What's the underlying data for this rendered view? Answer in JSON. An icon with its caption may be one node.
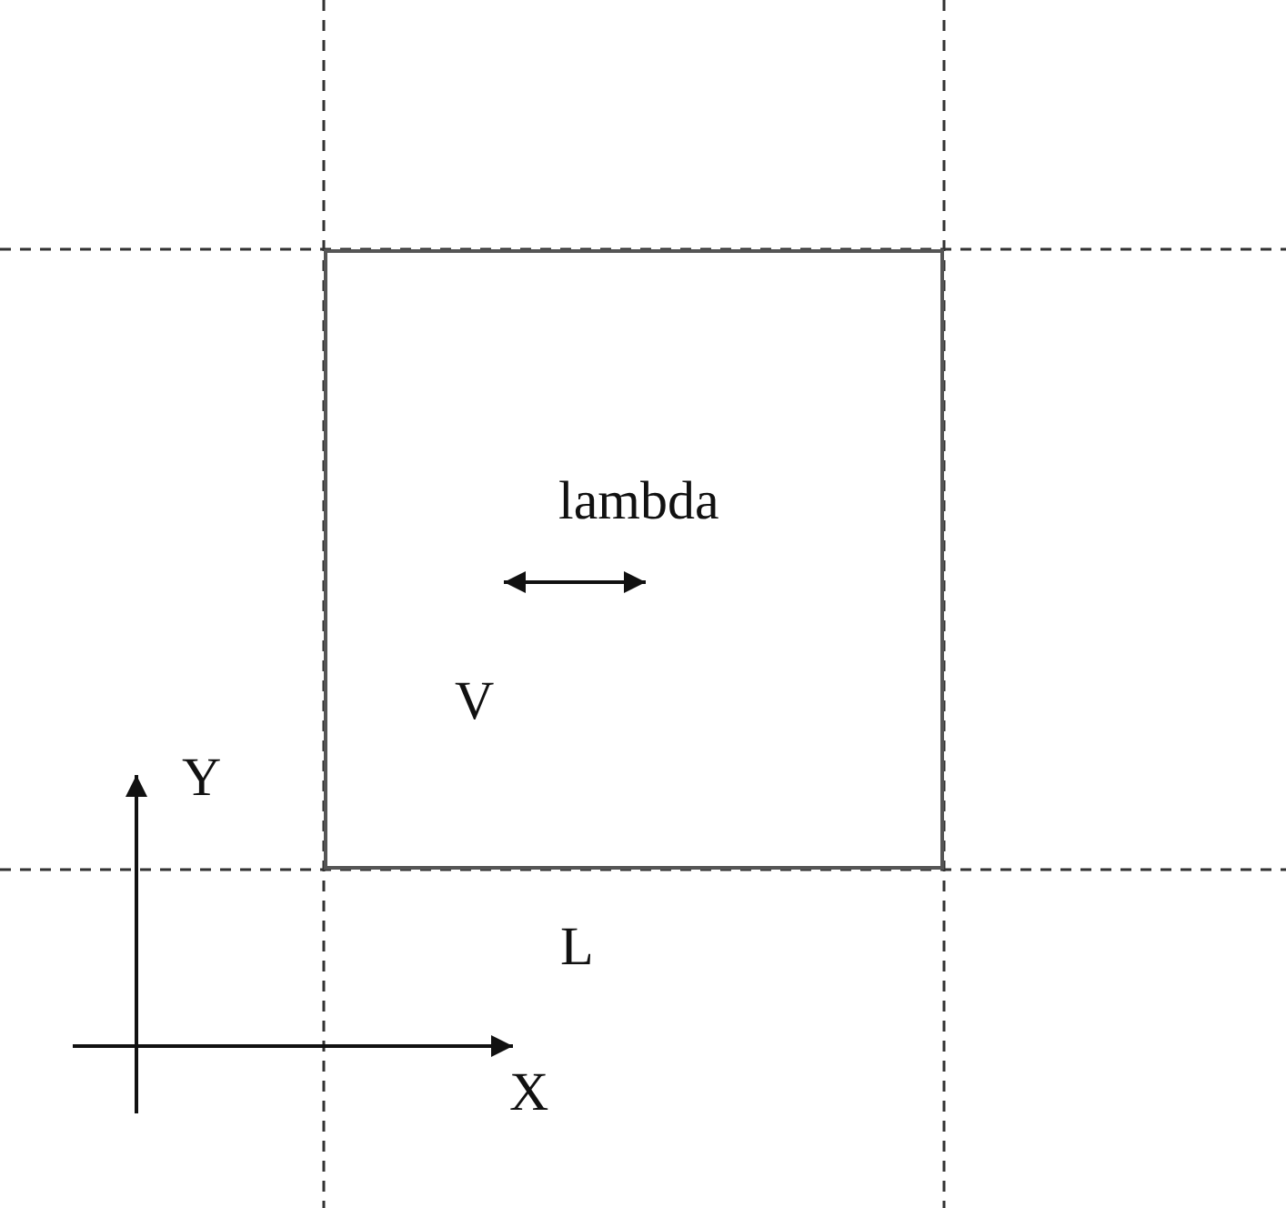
{
  "diagram": {
    "nodes": [
      {
        "text": [
          "lambda",
          "V"
        ],
        "beside": [
          "L"
        ]
      }
    ],
    "edges": [],
    "labels": [
      "Y",
      "X"
    ]
  }
}
